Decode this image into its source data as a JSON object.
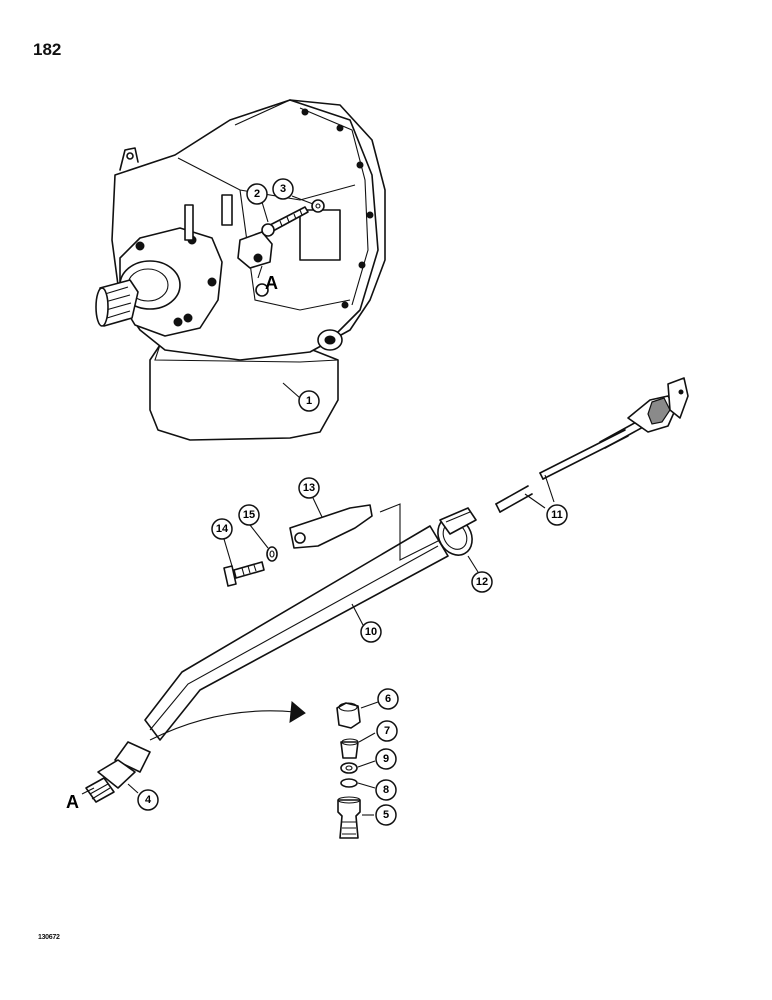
{
  "page": {
    "number": "182",
    "figure_code": "130672"
  },
  "reference_letter": "A",
  "callouts": [
    "1",
    "2",
    "3",
    "4",
    "5",
    "6",
    "7",
    "8",
    "9",
    "10",
    "11",
    "12",
    "13",
    "14",
    "15"
  ]
}
